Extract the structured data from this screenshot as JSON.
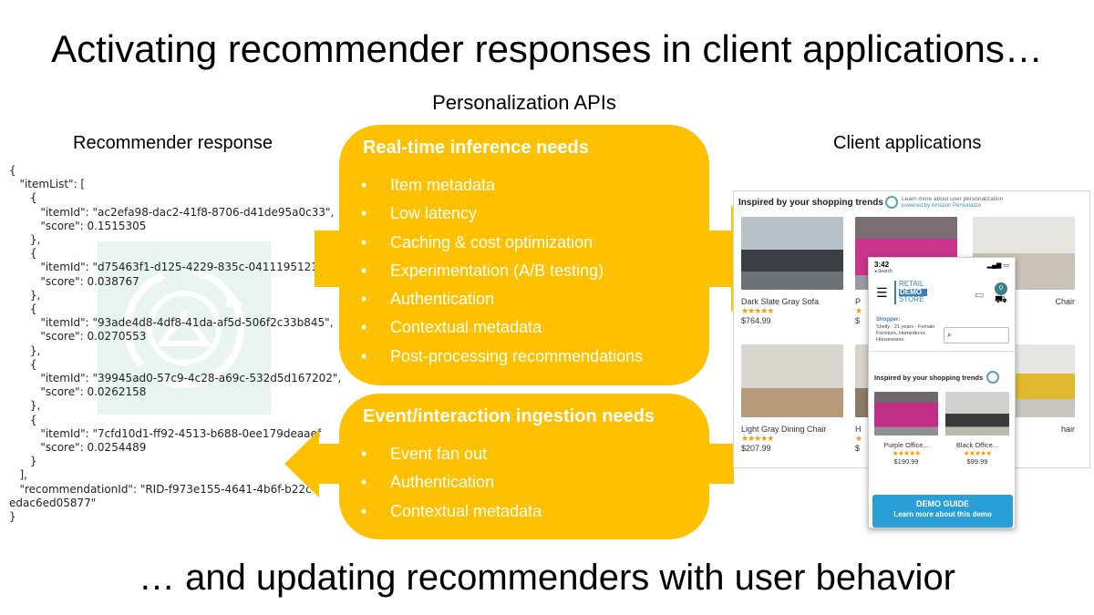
{
  "title": "Activating recommender responses in client applications…",
  "footer": "… and updating recommenders with user behavior",
  "apis_label": "Personalization APIs",
  "recommender_label": "Recommender response",
  "client_label": "Client applications",
  "json_text": "{\n   \"itemList\": [\n      {\n         \"itemId\": \"ac2efa98-dac2-41f8-8706-d41de95a0c33\",\n         \"score\": 0.1515305\n      },\n      {\n         \"itemId\": \"d75463f1-d125-4229-835c-0411195121\n         \"score\": 0.038767\n      },\n      {\n         \"itemId\": \"93ade4d8-4df8-41da-af5d-506f2c33b845\",\n         \"score\": 0.0270553\n      },\n      {\n         \"itemId\": \"39945ad0-57c9-4c28-a69c-532d5d167202\",\n         \"score\": 0.0262158\n      },\n      {\n         \"itemId\": \"7cfd10d1-ff92-4513-b688-0ee179deaaef\n         \"score\": 0.0254489\n      }\n   ],\n   \"recommendationId\": \"RID-f973e155-4641-4b6f-b22c\nedac6ed05877\"\n}",
  "realtime": {
    "heading": "Real-time inference needs",
    "items": [
      "Item metadata",
      "Low latency",
      "Caching & cost optimization",
      "Experimentation (A/B testing)",
      "Authentication",
      "Contextual metadata",
      "Post-processing recommendations"
    ]
  },
  "ingest": {
    "heading": "Event/interaction ingestion needs",
    "items": [
      "Event fan out",
      "Authentication",
      "Contextual metadata"
    ]
  },
  "bullet": "•",
  "colors": {
    "box": "#ffc000",
    "box_text": "#ffffff"
  },
  "desktop": {
    "header": "Inspired by your shopping trends",
    "learn_more": "Learn more about user personalization",
    "powered": "powered by Amazon Personalize",
    "products": [
      {
        "name": "Dark Slate Gray Sofa",
        "stars": "★★★★★",
        "price": "$764.99"
      },
      {
        "name": "Light Gray Dining Chair",
        "stars": "★★★★★",
        "price": "$207.99"
      }
    ],
    "partials": [
      "P",
      "$",
      "Chair",
      "H",
      "$",
      "hair"
    ]
  },
  "phone": {
    "time": "3:42",
    "back": "◂ Search",
    "logo": [
      "RETAIL",
      "DEMO",
      "STORE"
    ],
    "cart_count": "0",
    "shopper_label": "Shopper:",
    "shopper_desc": "Shelly - 21 years - Female\nFurniture, Homedecor, Housewares",
    "section": "Inspired by your shopping trends",
    "products": [
      {
        "name": "Purple Office...",
        "stars": "★★★★★",
        "price": "$190.99"
      },
      {
        "name": "Black Office...",
        "stars": "★★★★★",
        "price": "$99.99"
      }
    ],
    "guide_title": "DEMO GUIDE",
    "guide_sub": "Learn more about this demo"
  }
}
